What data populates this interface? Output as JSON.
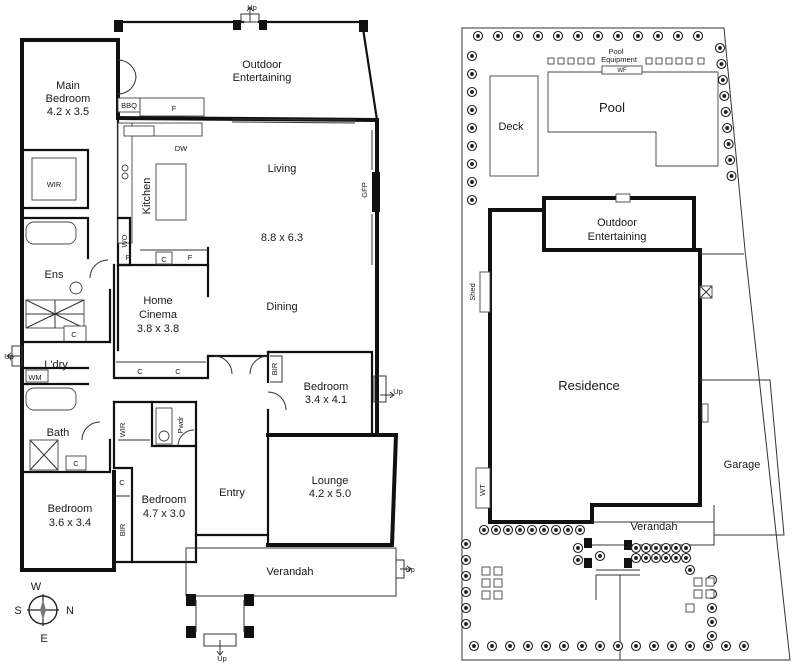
{
  "left_plan": {
    "rooms": [
      {
        "name": "Outdoor",
        "name2": "Entertaining"
      },
      {
        "name": "Main",
        "name2": "Bedroom",
        "size": "4.2 x 3.5"
      },
      {
        "name": "Living"
      },
      {
        "name": "Kitchen"
      },
      {
        "size": "8.8 x 6.3"
      },
      {
        "name": "Dining"
      },
      {
        "name": "Home",
        "name2": "Cinema",
        "size": "3.8 x 3.8"
      },
      {
        "name": "Bedroom",
        "size": "3.4 x 4.1"
      },
      {
        "name": "Lounge",
        "size": "4.2 x 5.0"
      },
      {
        "name": "Entry"
      },
      {
        "name": "Bedroom",
        "size": "4.7 x 3.0"
      },
      {
        "name": "Bedroom",
        "size": "3.6 x 3.4"
      },
      {
        "name": "Verandah"
      },
      {
        "name": "Ens"
      },
      {
        "name": "Bath"
      },
      {
        "name": "L'dry"
      }
    ],
    "labels": {
      "wir_main": "WIR",
      "wir_bed": "WIR",
      "bbq": "BBQ",
      "fridge": "F",
      "dw": "DW",
      "wo": "WO",
      "pantry": "P",
      "c": "C",
      "f2": "F",
      "gfp": "GFP",
      "bir1": "BIR",
      "bir2": "BIR",
      "pwdr": "Pwdr",
      "wm": "WM",
      "up": "Up"
    },
    "compass": {
      "w": "W",
      "n": "N",
      "e": "E",
      "s": "S"
    }
  },
  "right_plan": {
    "pool_equipment": "Pool",
    "pool_equipment2": "Equipment",
    "wf": "WF",
    "pool": "Pool",
    "deck": "Deck",
    "outdoor": "Outdoor",
    "outdoor2": "Entertaining",
    "residence": "Residence",
    "garage": "Garage",
    "verandah": "Verandah",
    "shed": "Shed",
    "wt": "WT"
  }
}
